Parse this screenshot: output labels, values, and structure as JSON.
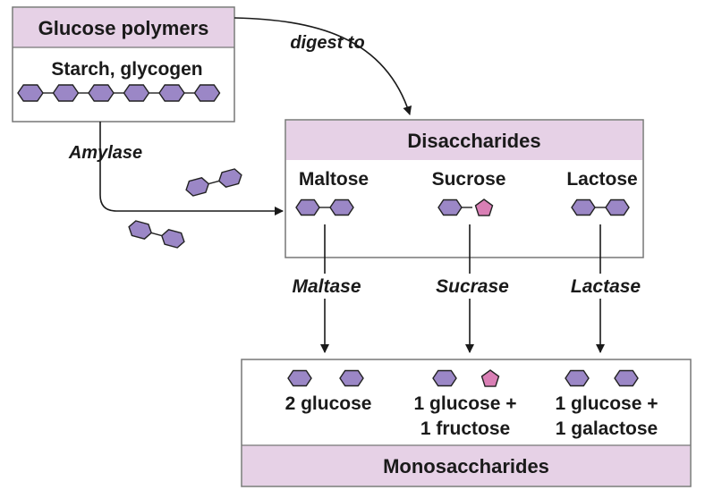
{
  "colors": {
    "band": "#e6d1e6",
    "glucose_unit": "#9b87c6",
    "fructose_unit": "#d97fb5",
    "box_border": "#777777",
    "arrow": "#1a1a1a"
  },
  "polymers": {
    "title": "Glucose polymers",
    "subtitle": "Starch, glycogen",
    "chain_units": 6
  },
  "digest_label": "digest to",
  "amylase_label": "Amylase",
  "disaccharides": {
    "title": "Disaccharides",
    "items": [
      "Maltose",
      "Sucrose",
      "Lactose"
    ]
  },
  "enzymes": [
    "Maltase",
    "Sucrase",
    "Lactase"
  ],
  "monosaccharides": {
    "title": "Monosaccharides",
    "products": [
      [
        "2 glucose"
      ],
      [
        "1 glucose +",
        "1 fructose"
      ],
      [
        "1 glucose +",
        "1 galactose"
      ]
    ]
  },
  "icons": {
    "glucose": "purple-hexagon-icon",
    "fructose": "pink-pentagon-icon",
    "galactose": "purple-hexagon-icon",
    "arrow": "arrow-icon"
  }
}
